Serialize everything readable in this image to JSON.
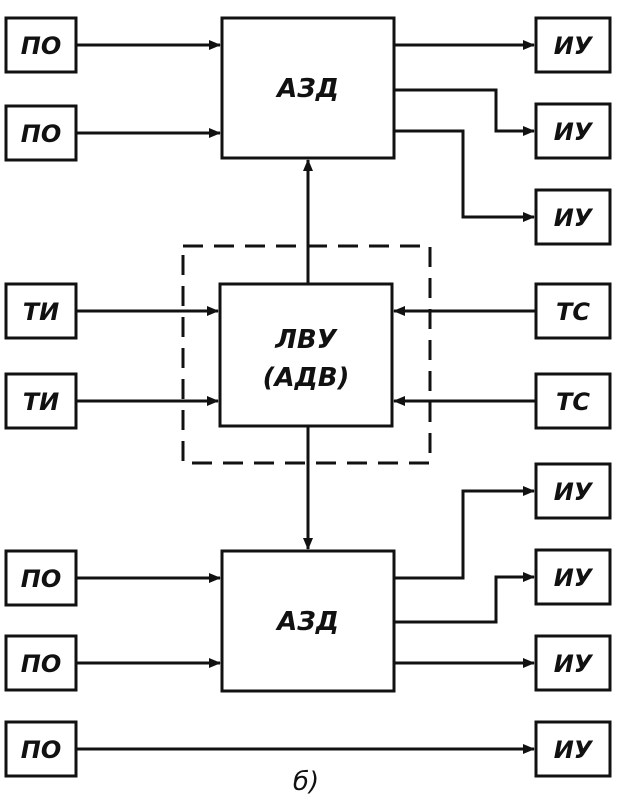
{
  "blocks": {
    "azd_top": "АЗД",
    "lvu_line1": "ЛВУ",
    "lvu_line2": "(АДВ)",
    "azd_bottom": "АЗД"
  },
  "inputs_left": [
    "ПО",
    "ПО",
    "ТИ",
    "ТИ",
    "ПО",
    "ПО",
    "ПО"
  ],
  "outputs_right": [
    "ИУ",
    "ИУ",
    "ИУ",
    "ТС",
    "ТС",
    "ИУ",
    "ИУ",
    "ИУ",
    "ИУ"
  ],
  "caption": "б)",
  "colors": {
    "ink": "#111111",
    "paper": "#ffffff"
  }
}
